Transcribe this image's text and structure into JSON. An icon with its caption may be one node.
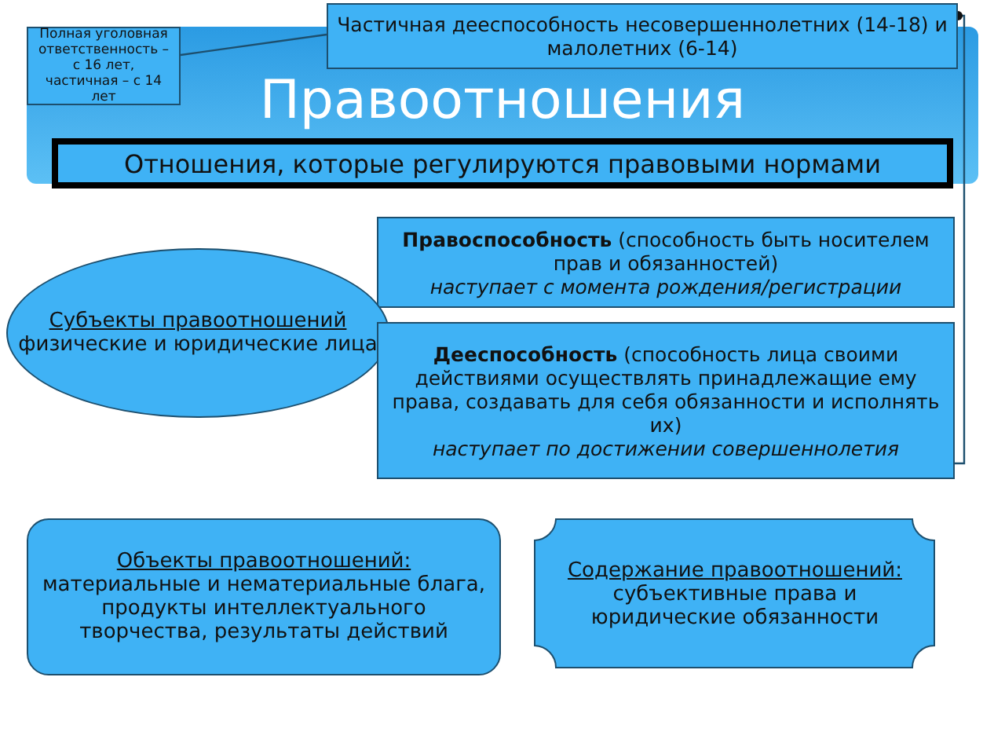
{
  "diagram": {
    "title": "Правоотношения",
    "nodes": [
      {
        "text": [
          "Полная уголовная ответственность – с 16 лет, частичная – с 14 лет"
        ]
      },
      {
        "text": [
          "Частичная дееспособность несовершеннолетних (14-18) и малолетних (6-14)"
        ]
      },
      {
        "text": [
          "Отношения, которые регулируются правовыми нормами"
        ]
      },
      {
        "text": [
          "**Правоспособность** (способность быть носителем прав и обязанностей)",
          "наступает с момента рождения/регистрации"
        ]
      },
      {
        "text": [
          "Субъекты правоотношений",
          "физические и юридические лица"
        ]
      },
      {
        "text": [
          "**Дееспособность** (способность лица своими действиями осуществлять принадлежащие ему права, создавать для себя обязанности и исполнять их)",
          "наступает по достижении совершеннолетия"
        ]
      },
      {
        "text": [
          "Объекты правоотношений:",
          "материальные и нематериальные блага, продукты интеллектуального творчества, результаты действий"
        ]
      },
      {
        "text": [
          "Содержание правоотношений:",
          "субъективные права и юридические обязанности"
        ]
      }
    ],
    "edges": [
      {
        "from": 0,
        "to": 1,
        "arrow": "none"
      },
      {
        "from": 1,
        "to": 5,
        "arrow": "other"
      }
    ]
  }
}
